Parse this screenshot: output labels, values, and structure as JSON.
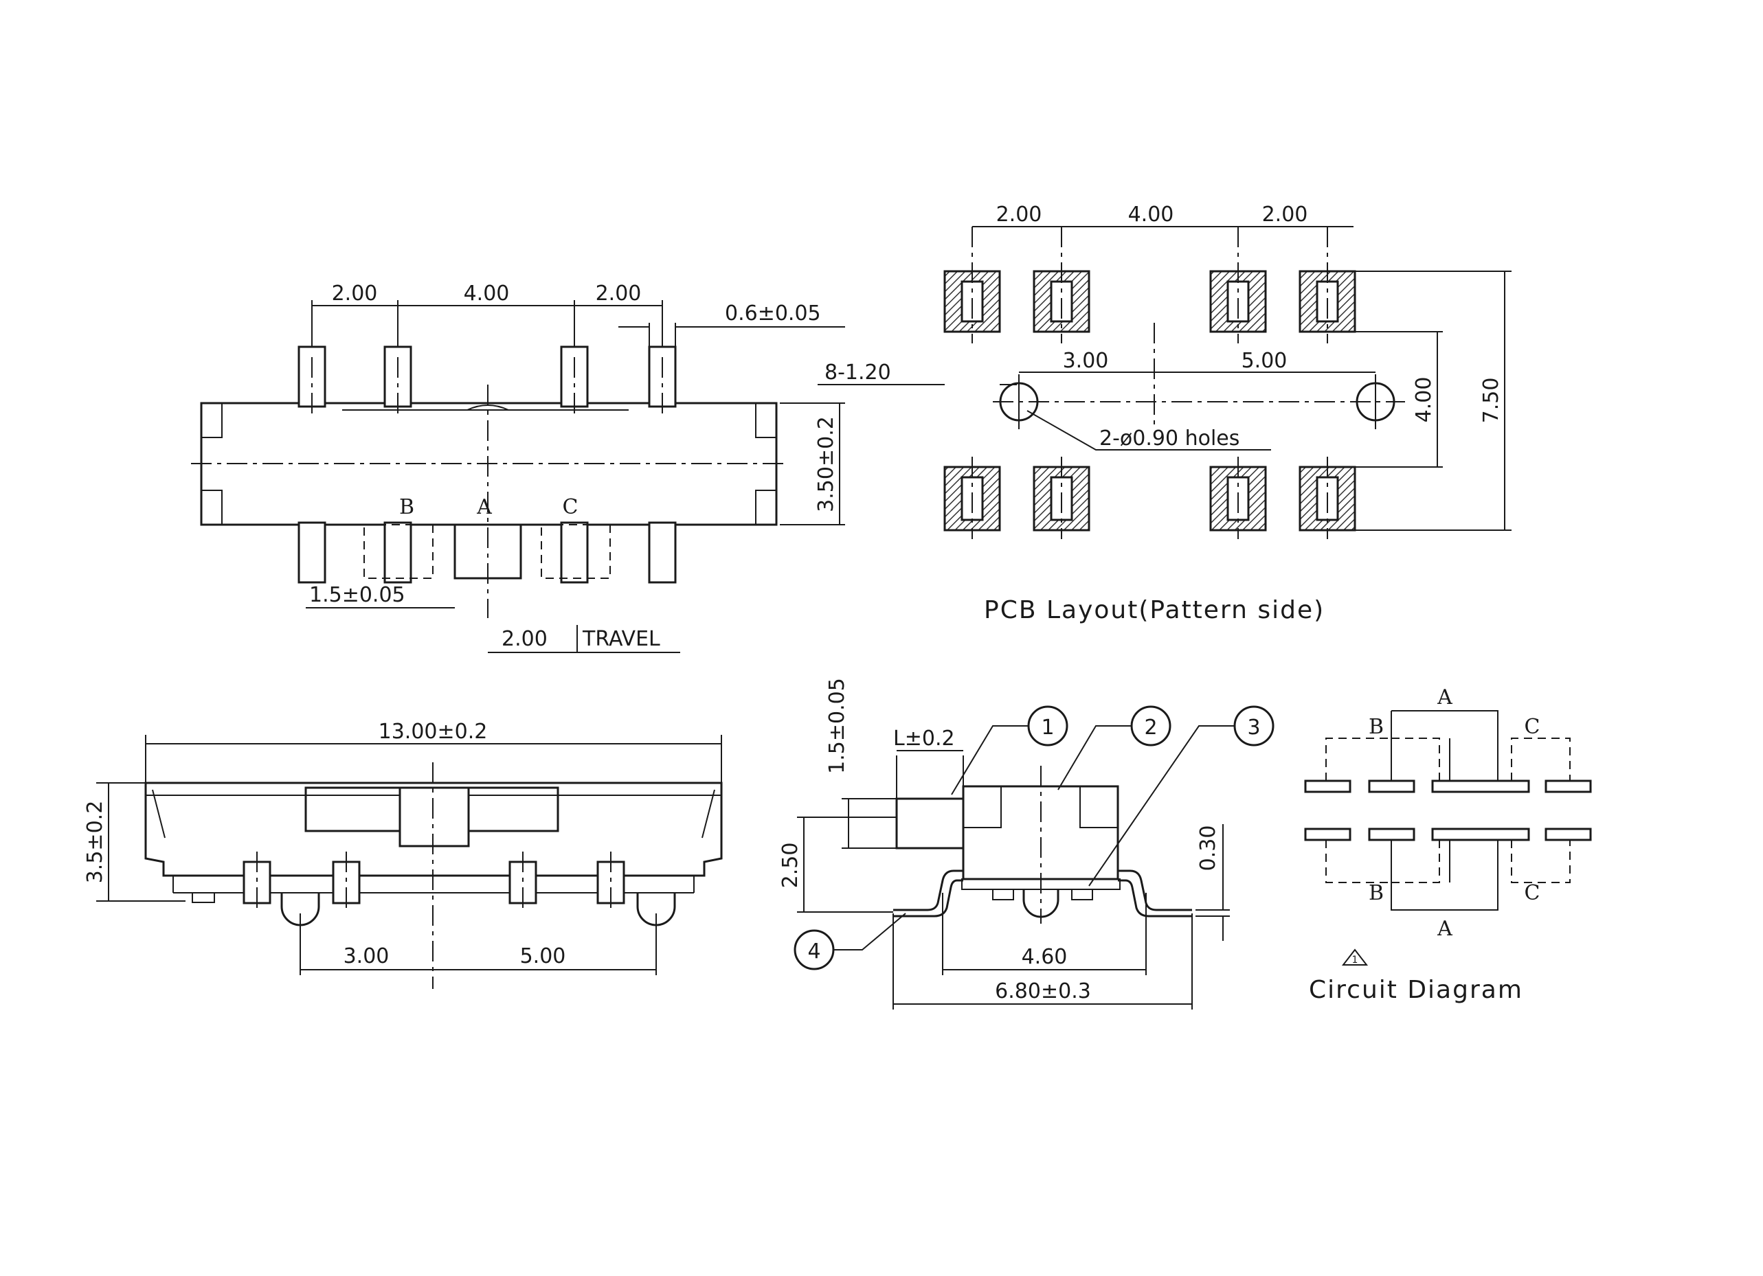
{
  "views": {
    "top": {
      "dim_pitch_left": "2.00",
      "dim_pitch_mid": "4.00",
      "dim_pitch_right": "2.00",
      "dim_pin_width": "0.6±0.05",
      "dim_height": "3.50±0.2",
      "label_b": "B",
      "label_a": "A",
      "label_c": "C",
      "dim_pin_offset": "1.5±0.05",
      "dim_travel_value": "2.00",
      "dim_travel_label": "TRAVEL"
    },
    "pcb": {
      "dim_pitch_left": "2.00",
      "dim_pitch_mid": "4.00",
      "dim_pitch_right": "2.00",
      "dim_pad": "8-1.20",
      "dim_hole_left": "3.00",
      "dim_hole_right": "5.00",
      "holes_note": "2-ø0.90  holes",
      "dim_inner": "4.00",
      "dim_outer": "7.50",
      "caption": "PCB  Layout(Pattern  side)"
    },
    "front": {
      "dim_length": "13.00±0.2",
      "dim_height": "3.5±0.2",
      "dim_post_left": "3.00",
      "dim_post_right": "5.00"
    },
    "side": {
      "dim_actuator_top": "1.5±0.05",
      "dim_actuator_len": "L±0.2",
      "dim_height": "2.50",
      "dim_lead": "0.30",
      "dim_body": "4.60",
      "dim_overall": "6.80±0.3",
      "callout_1": "1",
      "callout_2": "2",
      "callout_3": "3",
      "callout_4": "4"
    },
    "circuit": {
      "label_a_top": "A",
      "label_b_top": "B",
      "label_c_top": "C",
      "label_b_bottom": "B",
      "label_c_bottom": "C",
      "label_a_bottom": "A",
      "note_mark": "1",
      "caption": "Circuit  Diagram"
    }
  }
}
